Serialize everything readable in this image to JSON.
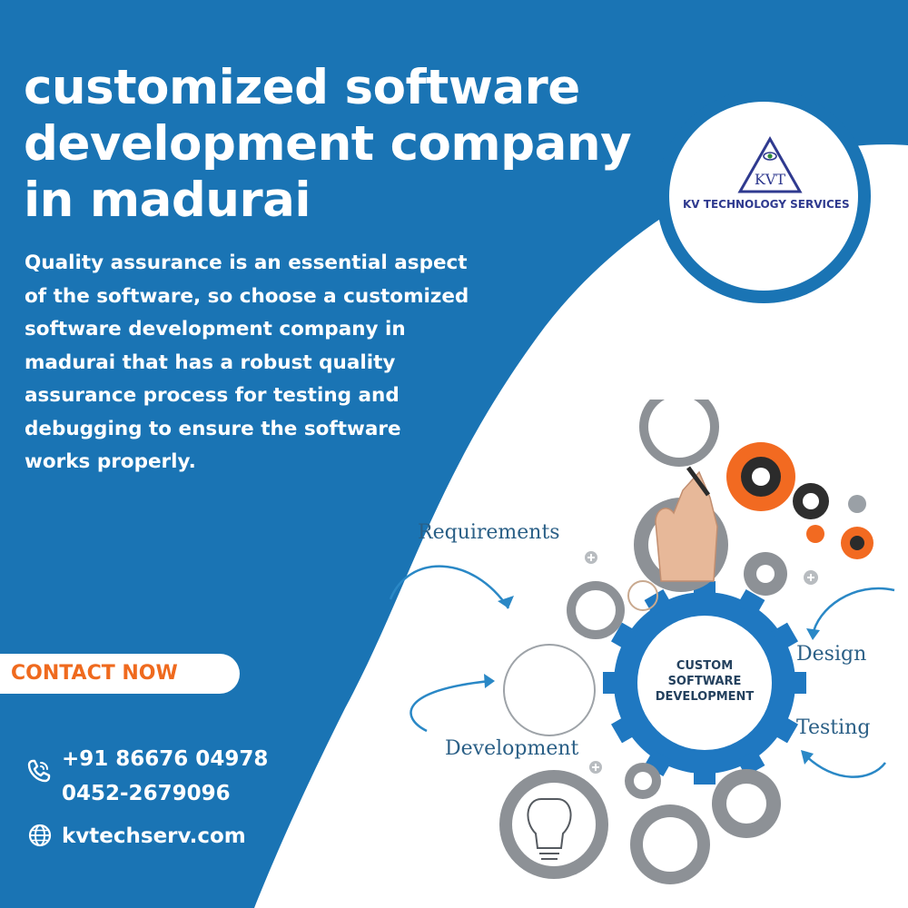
{
  "headline": {
    "lines": [
      "customized software",
      "development company",
      "in madurai"
    ]
  },
  "description": {
    "lines": [
      "Quality assurance is an essential aspect",
      "of the software, so choose a customized",
      "software development company in",
      "madurai that has a robust quality",
      "assurance process for testing and",
      "debugging to ensure the software",
      "works properly."
    ]
  },
  "cta": {
    "label": "CONTACT NOW"
  },
  "contact": {
    "phone_primary": "+91 86676 04978",
    "phone_secondary": "0452-2679096",
    "website": "kvtechserv.com",
    "phone_icon": "phone-icon",
    "web_icon": "globe-icon"
  },
  "logo": {
    "mark_text": "KVT",
    "company_name": "KV TECHNOLOGY SERVICES",
    "icon": "eye-triangle-icon"
  },
  "graphic": {
    "center_lines": [
      "CUSTOM",
      "SOFTWARE",
      "DEVELOPMENT"
    ],
    "labels": {
      "requirements": "Requirements",
      "design": "Design",
      "testing": "Testing",
      "development": "Development"
    }
  },
  "colors": {
    "primary_blue": "#1a74b4",
    "accent_orange": "#ef6a1e",
    "white": "#ffffff",
    "logo_navy": "#2f3a8f"
  }
}
